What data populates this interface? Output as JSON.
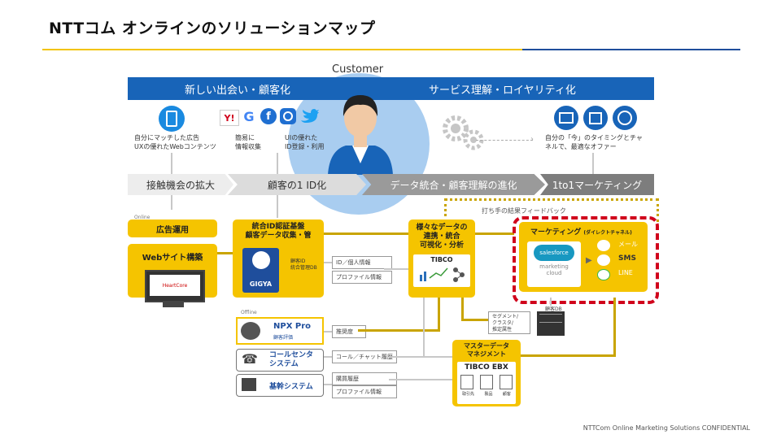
{
  "title": "NTTコム オンラインのソリューションマップ",
  "customer_label": "Customer",
  "band": {
    "left": "新しい出会い・顧客化",
    "right": "サービス理解・ロイヤリティ化"
  },
  "touchpoints": {
    "ad_text": [
      "自分にマッチした広告",
      "UXの優れたWebコンテンツ"
    ],
    "sns_text_1": [
      "簡易に",
      "情報収集"
    ],
    "sns_text_2": [
      "UIの優れた",
      "ID登録・利用"
    ],
    "offer_text": [
      "自分の「今」のタイミングとチャ",
      "ネルで、最適なオファー"
    ]
  },
  "phases": [
    "接触機会の拡大",
    "顧客の1 ID化",
    "データ統合・顧客理解の進化",
    "1to1マーケティング"
  ],
  "feedback_label": "打ち手の結果フィードバック",
  "online_label": "Online",
  "offline_label": "Offline",
  "boxes": {
    "ad_ops": "広告運用",
    "web_build": "Webサイト構築",
    "heartcore": "HeartCore",
    "id_platform": [
      "統合ID認証基盤",
      "顧客データ収集・管"
    ],
    "gigya": "GIGYA",
    "gigya_side": [
      "顧客ID",
      "統合管理DB"
    ],
    "data_analysis": [
      "様々なデータの",
      "連携・統合",
      "可視化・分析"
    ],
    "tibco": "TIBCO",
    "marketing": "マーケティング",
    "marketing_sub": "(ダイレクトチャネル)",
    "salesforce": "salesforce",
    "mc": [
      "marketing",
      "cloud"
    ],
    "channels": [
      "メール",
      "SMS",
      "LINE"
    ],
    "npx": "NPX Pro",
    "npx_sub": "顧客評価",
    "callcenter": [
      "コールセンタ",
      "システム"
    ],
    "core": "基幹システム",
    "mdm": [
      "マスターデータ",
      "マネジメント"
    ],
    "ebx": "TIBCO EBX",
    "ebx_labels": [
      "取引先",
      "製品",
      "顧客"
    ]
  },
  "data_items": {
    "id_info": "ID／個人情報",
    "profile1": "プロファイル情報",
    "recommend": "推奨度",
    "call_history": "コール／チャット履歴",
    "purchase": "購買履歴",
    "profile2": "プロファイル情報",
    "segment": [
      "セグメント/",
      "クラスタ/",
      "推定属性"
    ],
    "customer_db": "顧客DB"
  },
  "footer": "NTTCom Online Marketing Solutions  CONFIDENTIAL",
  "colors": {
    "yellow": "#f5c400",
    "blue": "#1864b8",
    "red": "#d0021b",
    "gold": "#c9a400"
  }
}
